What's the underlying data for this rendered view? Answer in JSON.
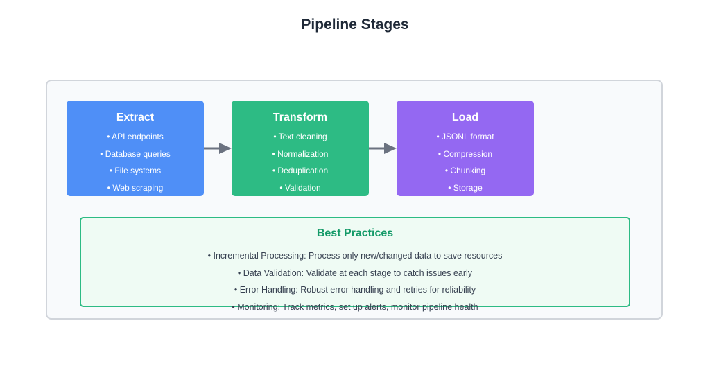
{
  "title": "Pipeline Stages",
  "stages": [
    {
      "title": "Extract",
      "color": "#4f8ff7",
      "items": [
        "• API endpoints",
        "• Database queries",
        "• File systems",
        "• Web scraping"
      ]
    },
    {
      "title": "Transform",
      "color": "#2dbb84",
      "items": [
        "• Text cleaning",
        "• Normalization",
        "• Deduplication",
        "• Validation"
      ]
    },
    {
      "title": "Load",
      "color": "#9468f2",
      "items": [
        "• JSONL format",
        "• Compression",
        "• Chunking",
        "• Storage"
      ]
    }
  ],
  "arrow_color": "#6b7280",
  "best_practices": {
    "title": "Best Practices",
    "accent_color": "#149a68",
    "items": [
      "• Incremental Processing: Process only new/changed data to save resources",
      "• Data Validation: Validate at each stage to catch issues early",
      "• Error Handling: Robust error handling and retries for reliability",
      "• Monitoring: Track metrics, set up alerts, monitor pipeline health"
    ]
  }
}
